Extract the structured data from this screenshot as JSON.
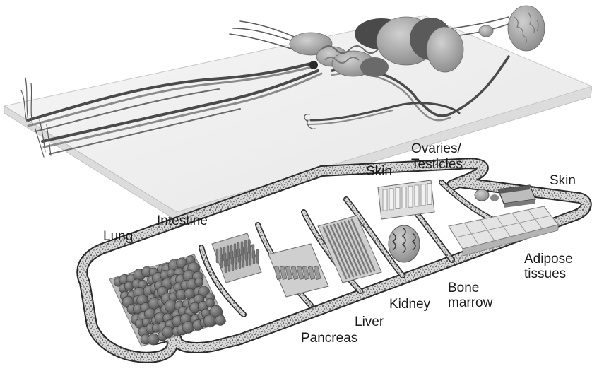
{
  "labels": {
    "lung": "Lung",
    "intestine": "Intestine",
    "skin_left": "Skin",
    "ovaries_line1": "Ovaries/",
    "ovaries_line2": "Testicles",
    "skin_right": "Skin",
    "adipose_line1": "Adipose",
    "adipose_line2": "tissues",
    "bone_line1": "Bone",
    "bone_line2": "marrow",
    "kidney": "Kidney",
    "liver": "Liver",
    "pancreas": "Pancreas"
  },
  "colors": {
    "background": "#ffffff",
    "glass_slide": "#eeeeee",
    "body_tissue": "#9a9a9a",
    "organ_dark": "#4a4a4a",
    "vessel": "#5a5a5a",
    "channel_texture": "#2b2b2b",
    "lung_cells": "#6b6b6b",
    "label_text": "#1a1a1a"
  }
}
